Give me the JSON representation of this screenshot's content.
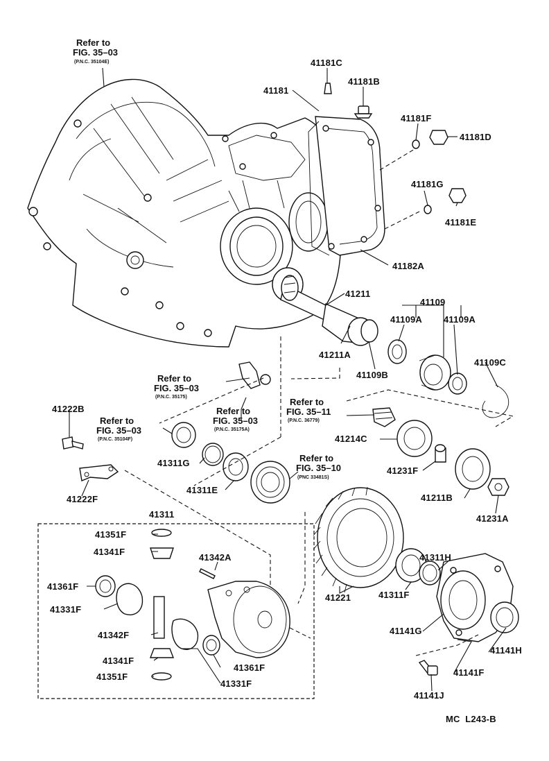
{
  "diagram": {
    "footer_code": "MC  L243-B",
    "references": [
      {
        "id": "ref1",
        "title": "Refer to",
        "fig": "FIG. 35–03",
        "pnc": "(P.N.C. 35104E)"
      },
      {
        "id": "ref2",
        "title": "Refer to",
        "fig": "FIG. 35–03",
        "pnc": "(P.N.C. 35175)"
      },
      {
        "id": "ref3",
        "title": "Refer to",
        "fig": "FIG. 35–03",
        "pnc": "(P.N.C. 35104F)"
      },
      {
        "id": "ref4",
        "title": "Refer to",
        "fig": "FIG. 35–03",
        "pnc": "(P.N.C. 35175A)"
      },
      {
        "id": "ref5",
        "title": "Refer to",
        "fig": "FIG. 35–11",
        "pnc": "(P.N.C. 36779)"
      },
      {
        "id": "ref6",
        "title": "Refer to",
        "fig": "FIG. 35–10",
        "pnc": "(PNC 33481S)"
      }
    ],
    "parts": [
      {
        "id": "p41181C",
        "label": "41181C"
      },
      {
        "id": "p41181",
        "label": "41181"
      },
      {
        "id": "p41181B",
        "label": "41181B"
      },
      {
        "id": "p41181F",
        "label": "41181F"
      },
      {
        "id": "p41181D",
        "label": "41181D"
      },
      {
        "id": "p41181G",
        "label": "41181G"
      },
      {
        "id": "p41181E",
        "label": "41181E"
      },
      {
        "id": "p41182A",
        "label": "41182A"
      },
      {
        "id": "p41211",
        "label": "41211"
      },
      {
        "id": "p41109",
        "label": "41109"
      },
      {
        "id": "p41109A_1",
        "label": "41109A"
      },
      {
        "id": "p41109A_2",
        "label": "41109A"
      },
      {
        "id": "p41211A",
        "label": "41211A"
      },
      {
        "id": "p41109B",
        "label": "41109B"
      },
      {
        "id": "p41109C",
        "label": "41109C"
      },
      {
        "id": "p41222B",
        "label": "41222B"
      },
      {
        "id": "p41214C",
        "label": "41214C"
      },
      {
        "id": "p41311G",
        "label": "41311G"
      },
      {
        "id": "p41231F",
        "label": "41231F"
      },
      {
        "id": "p41311E",
        "label": "41311E"
      },
      {
        "id": "p41222F",
        "label": "41222F"
      },
      {
        "id": "p41211B",
        "label": "41211B"
      },
      {
        "id": "p41231A",
        "label": "41231A"
      },
      {
        "id": "p41311",
        "label": "41311"
      },
      {
        "id": "p41351F_1",
        "label": "41351F"
      },
      {
        "id": "p41341F_1",
        "label": "41341F"
      },
      {
        "id": "p41342A",
        "label": "41342A"
      },
      {
        "id": "p41311H",
        "label": "41311H"
      },
      {
        "id": "p41361F_1",
        "label": "41361F"
      },
      {
        "id": "p41331F_1",
        "label": "41331F"
      },
      {
        "id": "p41311F",
        "label": "41311F"
      },
      {
        "id": "p41221",
        "label": "41221"
      },
      {
        "id": "p41141G",
        "label": "41141G"
      },
      {
        "id": "p41342F",
        "label": "41342F"
      },
      {
        "id": "p41141H",
        "label": "41141H"
      },
      {
        "id": "p41341F_2",
        "label": "41341F"
      },
      {
        "id": "p41361F_2",
        "label": "41361F"
      },
      {
        "id": "p41141F",
        "label": "41141F"
      },
      {
        "id": "p41351F_2",
        "label": "41351F"
      },
      {
        "id": "p41331F_2",
        "label": "41331F"
      },
      {
        "id": "p41141J",
        "label": "41141J"
      }
    ]
  }
}
